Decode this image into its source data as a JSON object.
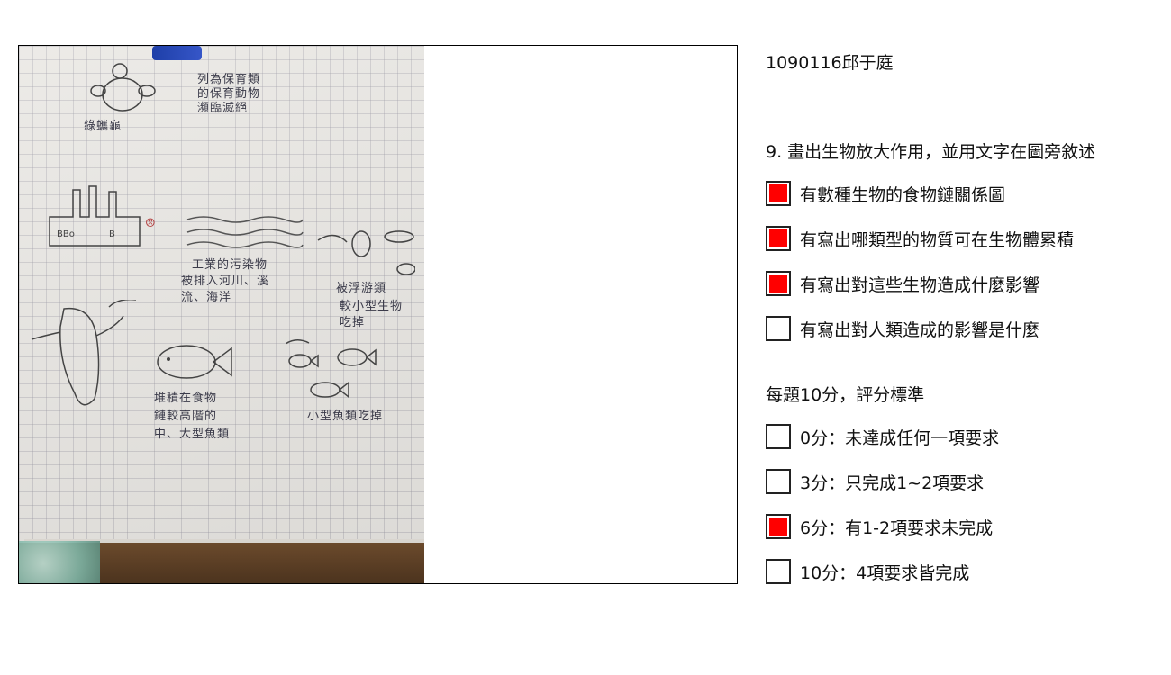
{
  "student": {
    "name_id": "1090116邱于庭"
  },
  "question": {
    "title": "9. 畫出生物放大作用，並用文字在圖旁敘述"
  },
  "criteria": [
    {
      "label": "有數種生物的食物鏈關係圖",
      "checked": true
    },
    {
      "label": "有寫出哪類型的物質可在生物體累積",
      "checked": true
    },
    {
      "label": "有寫出對這些生物造成什麼影響",
      "checked": true
    },
    {
      "label": "有寫出對人類造成的影響是什麼",
      "checked": false
    }
  ],
  "scoring": {
    "heading": "每題10分，評分標準",
    "options": [
      {
        "label": "0分：未達成任何一項要求",
        "checked": false
      },
      {
        "label": "3分：只完成1~2項要求",
        "checked": false
      },
      {
        "label": "6分：有1-2項要求未完成",
        "checked": true
      },
      {
        "label": "10分：4項要求皆完成",
        "checked": false
      }
    ]
  },
  "photo": {
    "annotations": {
      "turtle_label": "綠蠵龜",
      "turtle_note": "列為保育類",
      "turtle_note2": "的保育動物",
      "turtle_note3": "瀕臨滅絕",
      "factory": "工廠",
      "pollution": "工業的污染物",
      "pollution2": "被排入河川、溪",
      "pollution3": "流、海洋",
      "plankton": "被浮游類",
      "plankton2": "較小型生物",
      "plankton3": "吃掉",
      "big_fish": "堆積在食物",
      "big_fish2": "鏈較高階的",
      "big_fish3": "中、大型魚類",
      "small_fish": "小型魚類吃掉"
    }
  }
}
